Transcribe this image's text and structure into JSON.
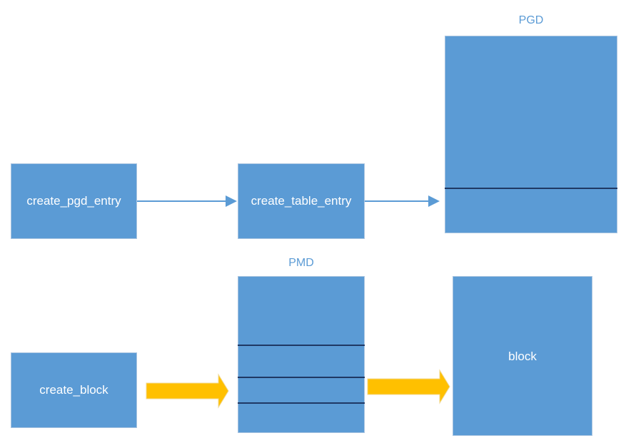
{
  "boxes": {
    "create_pgd_entry": "create_pgd_entry",
    "create_table_entry": "create_table_entry",
    "create_block": "create_block",
    "block": "block"
  },
  "tables": {
    "pgd_label": "PGD",
    "pmd_label": "PMD"
  },
  "colors": {
    "box_fill": "#5b9bd5",
    "divider": "#1f3864",
    "thin_arrow": "#5b9bd5",
    "block_arrow": "#ffc000"
  }
}
